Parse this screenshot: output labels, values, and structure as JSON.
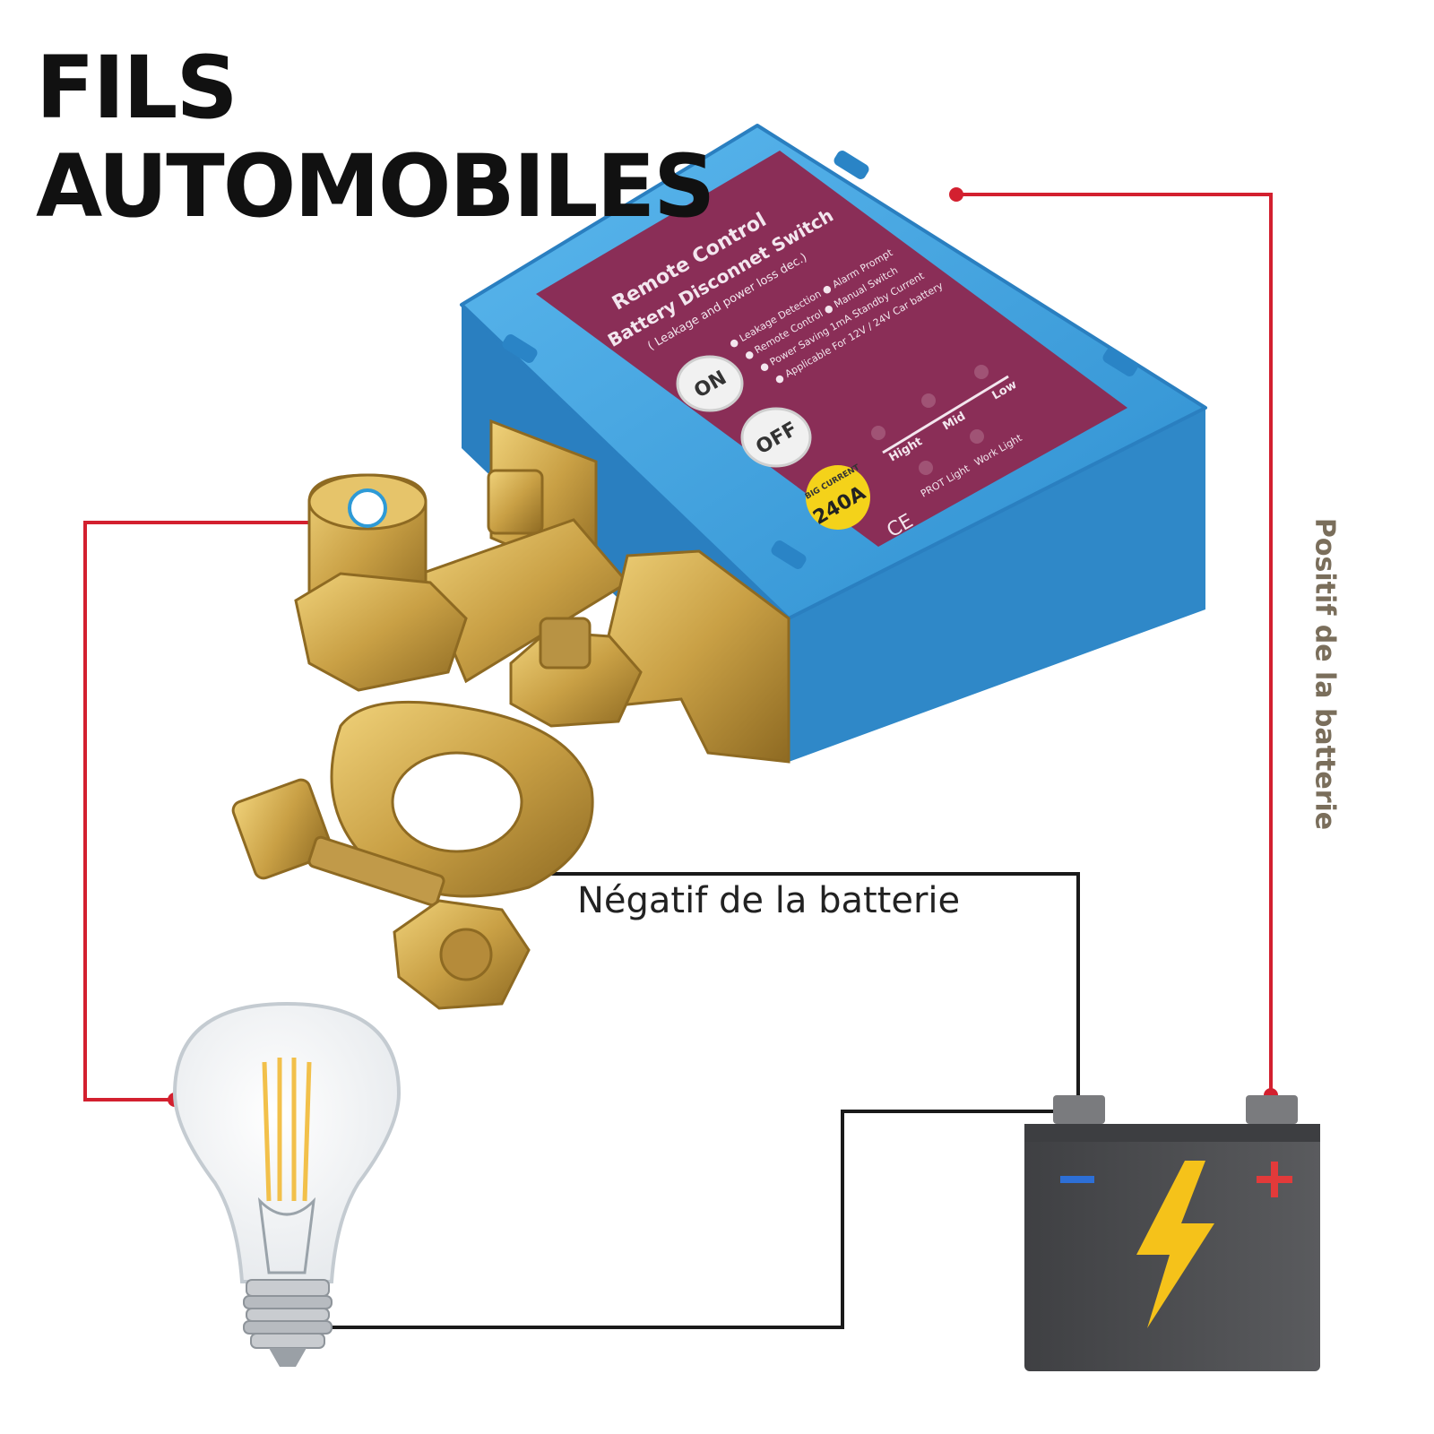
{
  "title": {
    "line1": "FILS",
    "line2": "AUTOMOBILES"
  },
  "labels": {
    "negative": "Négatif de la batterie",
    "positive": "Positif de la batterie"
  },
  "device": {
    "heading": "Remote Control",
    "subheading": "Battery Disconnet Switch",
    "note": "( Leakage and power loss dec.)",
    "features": [
      "● Leakage Detection  ● Alarm Prompt",
      "● Remote  Control  ● Manual  Switch",
      "● Power Saving 1mA Standby Current",
      "● Applicable For 12V / 24V Car battery"
    ],
    "on_button": "ON",
    "off_button": "OFF",
    "levels": {
      "low": "Low",
      "mid": "Mid",
      "high": "Hight"
    },
    "lights": {
      "prot": "PROT Light",
      "work": "Work Light"
    },
    "badge_small": "BIG CURRENT",
    "badge_big": "240A",
    "ce_mark": "CE"
  },
  "battery": {
    "minus": "−",
    "plus": "+"
  },
  "colors": {
    "wire_red": "#d3202f",
    "wire_black": "#1a1a1a",
    "device_blue": "#3a9fdc",
    "panel_purple": "#8a2e57",
    "brass": "#c9a045",
    "battery_grey": "#4c4d50",
    "bolt_yellow": "#f5c21a"
  }
}
